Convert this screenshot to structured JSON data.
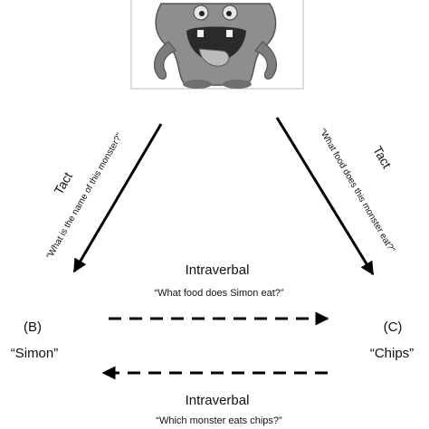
{
  "monster": {
    "depiction": "grey cartoon monster with open mouth and tongue out",
    "icon": "monster-illustration"
  },
  "left_arm": {
    "label": "Tact",
    "question": "“What is the name of this monster?”"
  },
  "right_arm": {
    "label": "Tact",
    "question": "“What food does this monster eat?”"
  },
  "top_relation": {
    "label": "Intraverbal",
    "question": "“What food does Simon eat?”"
  },
  "bottom_relation": {
    "label": "Intraverbal",
    "question": "“Which monster eats chips?”"
  },
  "node_b": {
    "letter": "(B)",
    "response": "“Simon”"
  },
  "node_c": {
    "letter": "(C)",
    "response": "“Chips”"
  }
}
